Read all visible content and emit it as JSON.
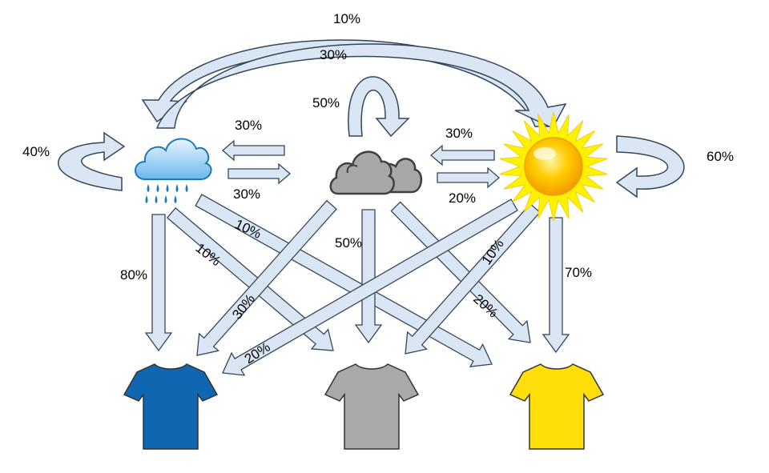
{
  "colors": {
    "arrow_fill": "#dbe6f4",
    "arrow_stroke": "#33475b",
    "shirt_blue": "#0f67b1",
    "shirt_gray": "#a9a9a9",
    "shirt_yellow": "#ffde0a"
  },
  "states": [
    {
      "name": "rainy",
      "icon": "rain-cloud-icon"
    },
    {
      "name": "cloudy",
      "icon": "cloud-icon"
    },
    {
      "name": "sunny",
      "icon": "sun-icon"
    }
  ],
  "observations": [
    {
      "name": "blue-shirt",
      "icon": "blue-tshirt-icon",
      "color": "#0f67b1"
    },
    {
      "name": "gray-shirt",
      "icon": "gray-tshirt-icon",
      "color": "#a9a9a9"
    },
    {
      "name": "yellow-shirt",
      "icon": "yellow-tshirt-icon",
      "color": "#ffde0a"
    }
  ],
  "transitions": {
    "rainy_to_rainy": "40%",
    "rainy_to_cloudy": "30%",
    "cloudy_to_rainy": "30%",
    "cloudy_to_cloudy": "50%",
    "cloudy_to_sunny": "20%",
    "sunny_to_cloudy": "30%",
    "sunny_to_sunny": "60%",
    "rainy_to_sunny": "30%",
    "sunny_to_rainy": "10%"
  },
  "emissions": {
    "rainy_blue": "80%",
    "rainy_gray": "10%",
    "rainy_yellow": "10%",
    "cloudy_blue": "30%",
    "cloudy_gray": "50%",
    "cloudy_yellow": "20%",
    "sunny_blue": "20%",
    "sunny_gray": "10%",
    "sunny_yellow": "70%"
  }
}
